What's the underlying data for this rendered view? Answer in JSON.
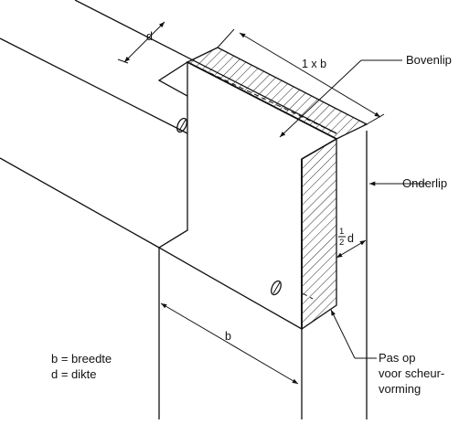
{
  "labels": {
    "top_dim": "1 x b",
    "depth_dim": "d",
    "width_dim": "b",
    "half_prefix": "1",
    "half_denominator": "2",
    "half_suffix": "d",
    "bovenlip": "Bovenlip",
    "onderlip": "Onderlip",
    "pas_op_line1": "Pas op",
    "pas_op_line2": "voor scheur-",
    "pas_op_line3": "vorming"
  },
  "legend": {
    "line1": "b = breedte",
    "line2": "d = dikte"
  }
}
